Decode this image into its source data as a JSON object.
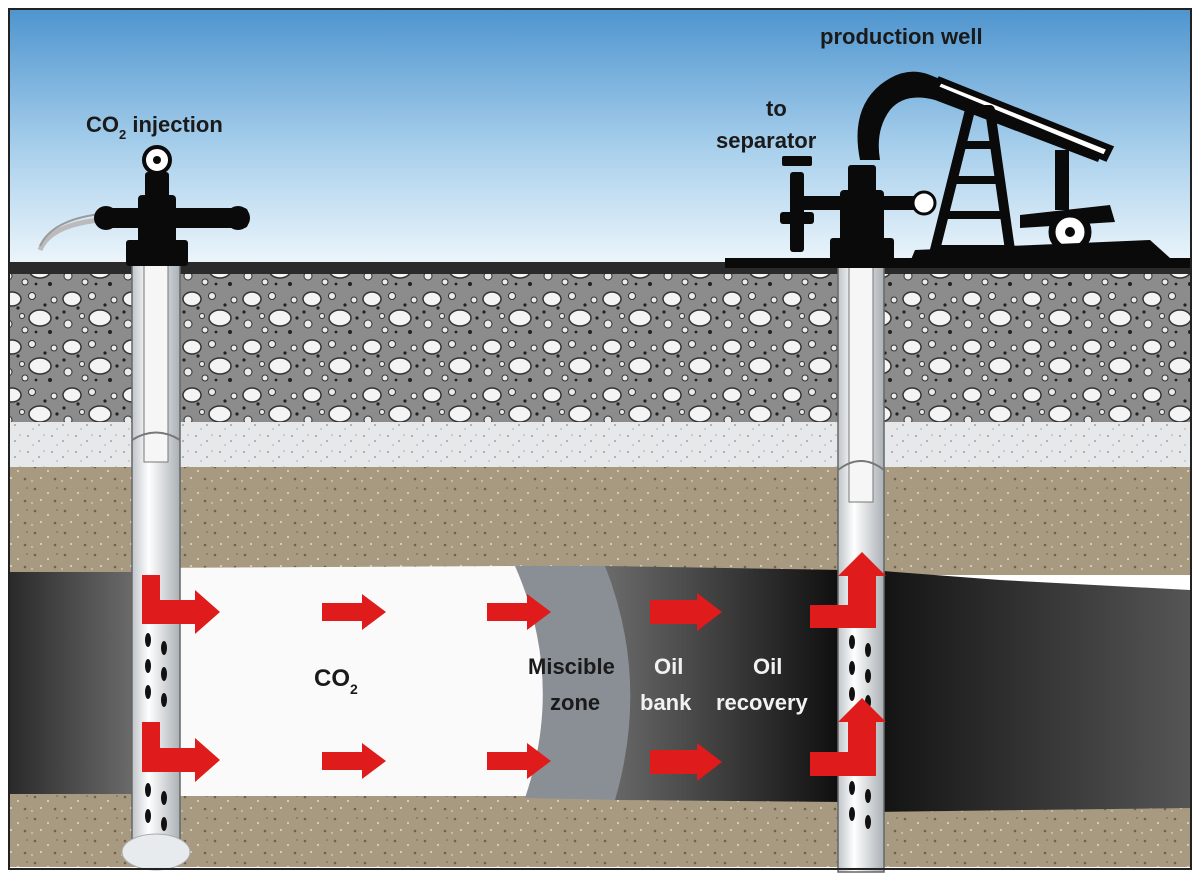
{
  "labels": {
    "injection_prefix": "CO",
    "injection_sub": "2",
    "injection_suffix": " injection",
    "production_well": "production well",
    "to": "to",
    "separator": "separator",
    "co2_main": "CO",
    "co2_sub": "2",
    "miscible": "Miscible",
    "zone": "zone",
    "oil_bank_1": "Oil",
    "oil_bank_2": "bank",
    "oil_recovery_1": "Oil",
    "oil_recovery_2": "recovery"
  },
  "colors": {
    "sky_top": "#4f95cf",
    "sky_bottom": "#eef6fb",
    "gravel": "#8c8c8c",
    "sand": "#e6e8ea",
    "soil": "#a89a80",
    "oil": "#151515",
    "co2": "#fafafa",
    "miscible": "#8a8f96",
    "arrow": "#e01b1b",
    "equipment": "#0a0a0a"
  }
}
